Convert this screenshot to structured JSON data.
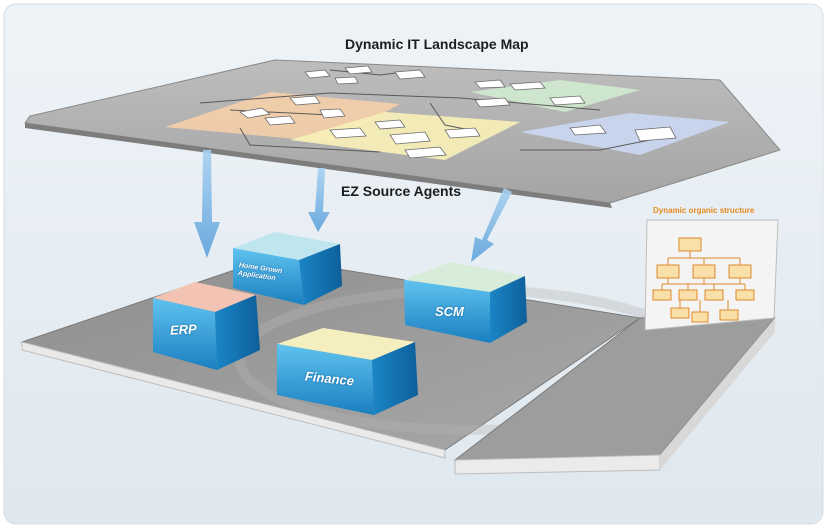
{
  "diagram": {
    "map_title": "Dynamic IT Landscape Map",
    "agents_title": "EZ Source Agents",
    "org_title": "Dynamic organic structure",
    "boxes": {
      "erp": "ERP",
      "home_grown": "Home Grown Application",
      "scm": "SCM",
      "finance": "Finance"
    },
    "colors": {
      "background": "#e6eef4",
      "platform": "#9a9a9a",
      "map_plane": "#a9a9a9",
      "box_side": "#1f8fc9",
      "arrow": "#8bbde6",
      "org_accent": "#e58a1e",
      "zone_orange": "#f6cfa9",
      "zone_yellow": "#f5eeb7",
      "zone_green": "#cfe7cf",
      "zone_blue": "#c9d6ee"
    }
  }
}
